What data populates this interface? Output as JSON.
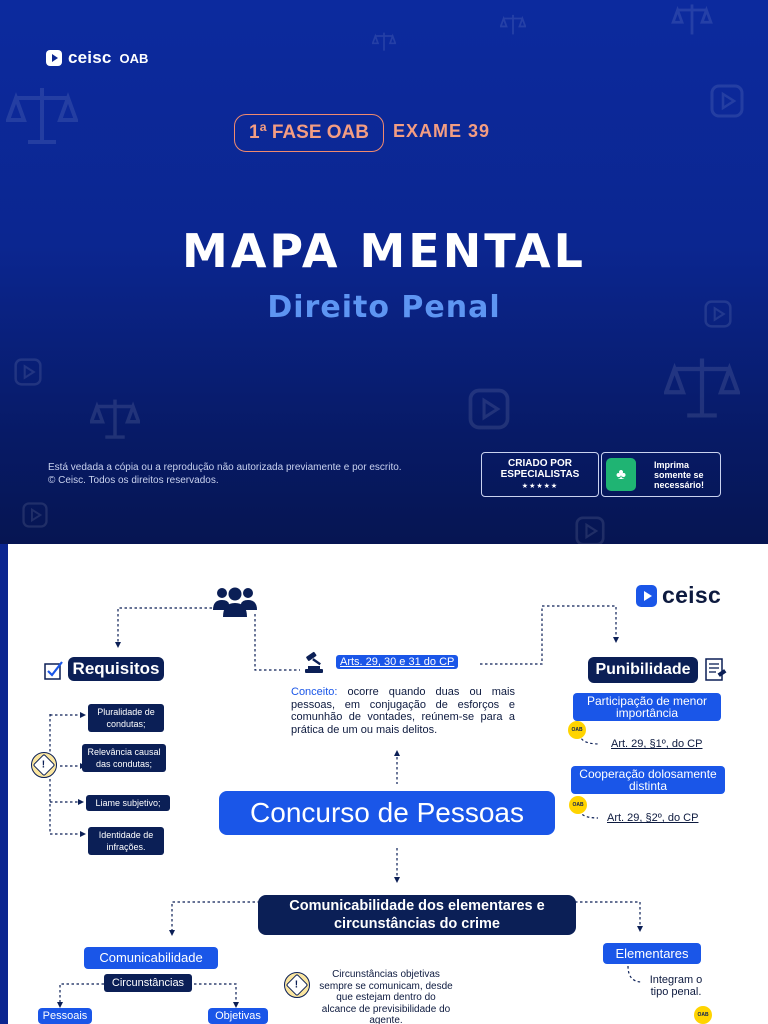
{
  "cover": {
    "brand": "ceisc",
    "brand_suffix": "OAB",
    "phase": "1ª FASE OAB",
    "exam": "EXAME 39",
    "title": "MAPA MENTAL",
    "subtitle": "Direito Penal",
    "legal_line1": "Está vedada a cópia ou a reprodução não autorizada previamente e por escrito.",
    "legal_line2": "© Ceisc. Todos os direitos reservados.",
    "badge_experts_line1": "CRIADO POR",
    "badge_experts_line2": "ESPECIALISTAS",
    "badge_experts_stars": "★★★★★",
    "badge_print_line1": "Imprima",
    "badge_print_line2": "somente se",
    "badge_print_line3": "necessário!"
  },
  "map": {
    "logo": "ceisc",
    "central": "Concurso de Pessoas",
    "arts_link": "Arts. 29, 30 e 31 do CP",
    "concept_label": "Conceito:",
    "concept_text": "ocorre quando duas ou mais pessoas, em conjugação de esforços e comunhão de vontades, reúnem-se para a prática de um ou mais delitos.",
    "requisitos": {
      "title": "Requisitos",
      "items": [
        {
          "line1": "Pluralidade de",
          "line2": "condutas;"
        },
        {
          "line1": "Relevância causal",
          "line2": "das condutas;"
        },
        {
          "line1": "Liame subjetivo;",
          "line2": ""
        },
        {
          "line1": "Identidade de",
          "line2": "infrações."
        }
      ]
    },
    "punibilidade": {
      "title": "Punibilidade",
      "item1": "Participação de menor importância",
      "item1_ref": "Art. 29, §1º, do CP",
      "item2": "Cooperação dolosamente distinta",
      "item2_ref": "Art. 29, §2º, do CP"
    },
    "comunicabilidade_header_line1": "Comunicabilidade dos elementares e",
    "comunicabilidade_header_line2": "circunstâncias do crime",
    "comunicabilidade": "Comunicabilidade",
    "circunstancias": "Circunstâncias",
    "pessoais": "Pessoais",
    "objetivas": "Objetivas",
    "circ_note": "Circunstâncias objetivas sempre se comunicam, desde que estejam dentro do alcance de previsibilidade do agente.",
    "elementares": "Elementares",
    "elementares_note": "Integram o tipo penal.",
    "warn_glyph": "!",
    "oab_tag": "OAB",
    "colors": {
      "navy": "#0b1f56",
      "blue": "#1a56e8",
      "cover_bg": "#0b2690",
      "accent": "#f49d82"
    }
  }
}
